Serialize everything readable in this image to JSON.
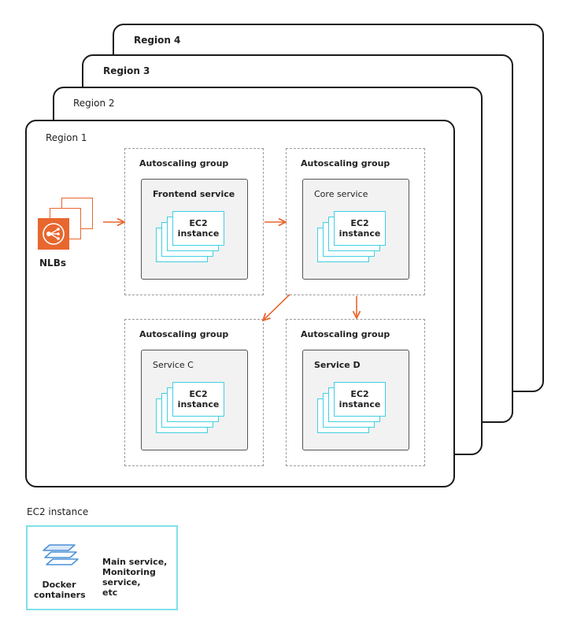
{
  "regions": [
    {
      "label": "Region 4"
    },
    {
      "label": "Region 3"
    },
    {
      "label": "Region 2"
    },
    {
      "label": "Region 1"
    }
  ],
  "load_balancer": {
    "label": "NLBs",
    "icon": "load-balancer-icon",
    "color": "#e8672e"
  },
  "groups": [
    {
      "label": "Autoscaling group",
      "service": "Frontend service",
      "instance": "EC2\ninstance"
    },
    {
      "label": "Autoscaling group",
      "service": "Core service",
      "instance": "EC2\ninstance"
    },
    {
      "label": "Autoscaling group",
      "service": "Service C",
      "instance": "EC2\ninstance"
    },
    {
      "label": "Autoscaling group",
      "service": "Service D",
      "instance": "EC2\ninstance"
    }
  ],
  "legend": {
    "title": "EC2 instance",
    "docker_label": "Docker\ncontainers",
    "description": "Main service,\nMonitoring\nservice,\netc",
    "icon": "stacked-layers-icon"
  },
  "colors": {
    "arrow": "#e8672e",
    "instance_border": "#3fd0e0",
    "docker": "#4a90d9"
  }
}
